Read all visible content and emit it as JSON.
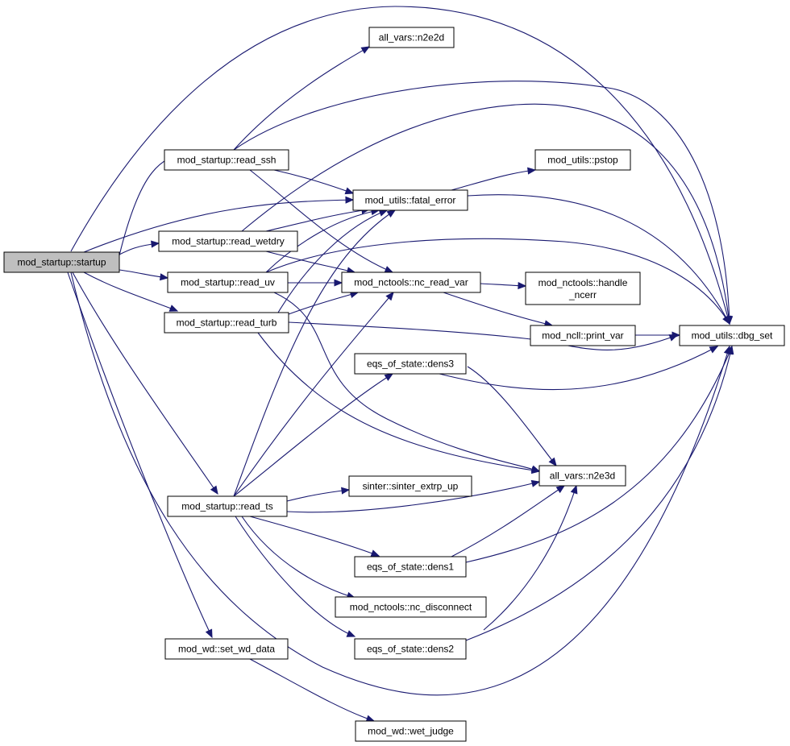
{
  "colors": {
    "edge": "#191970",
    "root_fill": "#bfbfbf",
    "node_fill": "#ffffff",
    "node_border": "#000000"
  },
  "nodes": {
    "startup": "mod_startup::startup",
    "n2e2d": "all_vars::n2e2d",
    "read_ssh": "mod_startup::read_ssh",
    "pstop": "mod_utils::pstop",
    "fatal_error": "mod_utils::fatal_error",
    "read_wetdry": "mod_startup::read_wetdry",
    "read_uv": "mod_startup::read_uv",
    "nc_read_var": "mod_nctools::nc_read_var",
    "handle_ncerr_1": "mod_nctools::handle",
    "handle_ncerr_2": "_ncerr",
    "read_turb": "mod_startup::read_turb",
    "print_var": "mod_ncll::print_var",
    "dbg_set": "mod_utils::dbg_set",
    "dens3": "eqs_of_state::dens3",
    "n2e3d": "all_vars::n2e3d",
    "sinter": "sinter::sinter_extrp_up",
    "read_ts": "mod_startup::read_ts",
    "dens1": "eqs_of_state::dens1",
    "nc_disconnect": "mod_nctools::nc_disconnect",
    "dens2": "eqs_of_state::dens2",
    "set_wd_data": "mod_wd::set_wd_data",
    "wet_judge": "mod_wd::wet_judge"
  }
}
